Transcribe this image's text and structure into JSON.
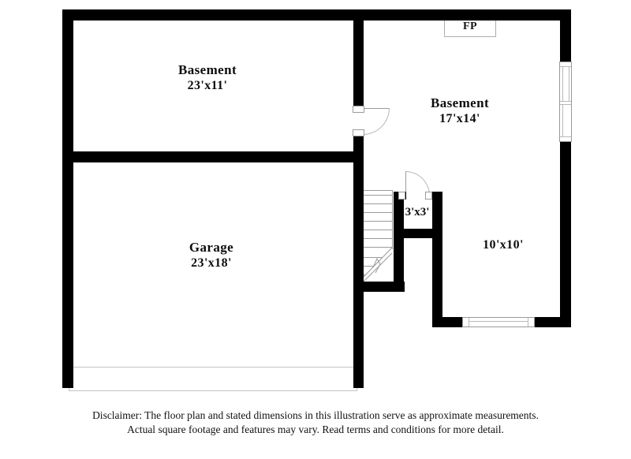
{
  "page": {
    "background_color": "#ffffff",
    "wall_color": "#000000",
    "thin_line_color": "#9a9a9a"
  },
  "floor_plan": {
    "rooms": [
      {
        "id": "basement-left",
        "name": "Basement",
        "dimensions": "23'x11'"
      },
      {
        "id": "basement-right",
        "name": "Basement",
        "dimensions": "17'x14'"
      },
      {
        "id": "garage",
        "name": "Garage",
        "dimensions": "23'x18'"
      },
      {
        "id": "closet",
        "name": "",
        "dimensions": "3'x3'"
      },
      {
        "id": "area-10x10",
        "name": "",
        "dimensions": "10'x10'"
      }
    ],
    "fireplace_label": "FP",
    "features": [
      "stairs",
      "garage-door",
      "right-wall-window",
      "bottom-wall-window",
      "interior-door",
      "closet-door"
    ]
  },
  "disclaimer": {
    "line1": "Disclaimer: The floor plan and stated dimensions in this illustration serve as approximate measurements.",
    "line2": "Actual square footage and features may vary. Read terms and conditions for more detail."
  }
}
